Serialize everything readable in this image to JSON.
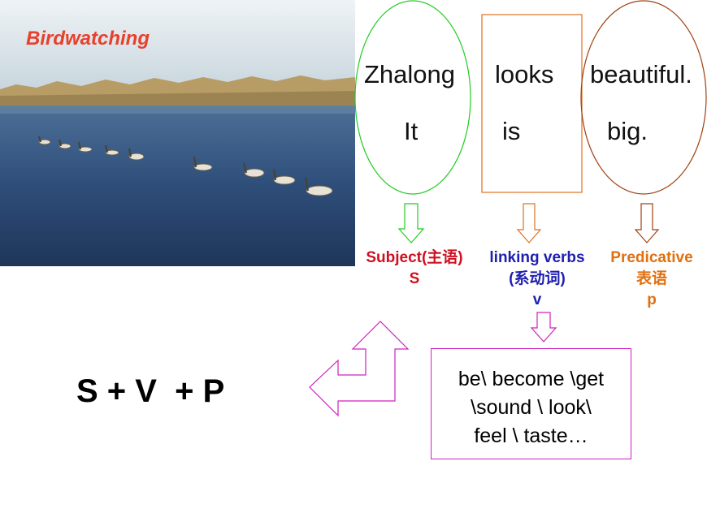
{
  "photo": {
    "title": "Birdwatching"
  },
  "sentence1": {
    "subject": "Zhalong",
    "verb": "looks",
    "predicative": "beautiful."
  },
  "sentence2": {
    "subject": "It",
    "verb": "is",
    "predicative": "big."
  },
  "labels": {
    "subject": {
      "line1": "Subject(主语)",
      "line2": "S",
      "color": "#d01020"
    },
    "verb": {
      "line1": "linking verbs",
      "line2": "(系动词)",
      "line3": "v",
      "color": "#2020b0"
    },
    "predicative": {
      "line1": "Predicative",
      "line2": "表语",
      "line3": "p",
      "color": "#e07010"
    }
  },
  "formula": "S + V  + P",
  "verbs_box": {
    "line1": "be\\ become \\get",
    "line2": "\\sound \\ look\\",
    "line3": "feel \\ taste…",
    "border_color": "#d020c0"
  },
  "colors": {
    "subject_shape": "#22cc22",
    "verb_shape": "#e07020",
    "predicative_shape": "#a04010",
    "arrow_pink": "#d020c0"
  }
}
